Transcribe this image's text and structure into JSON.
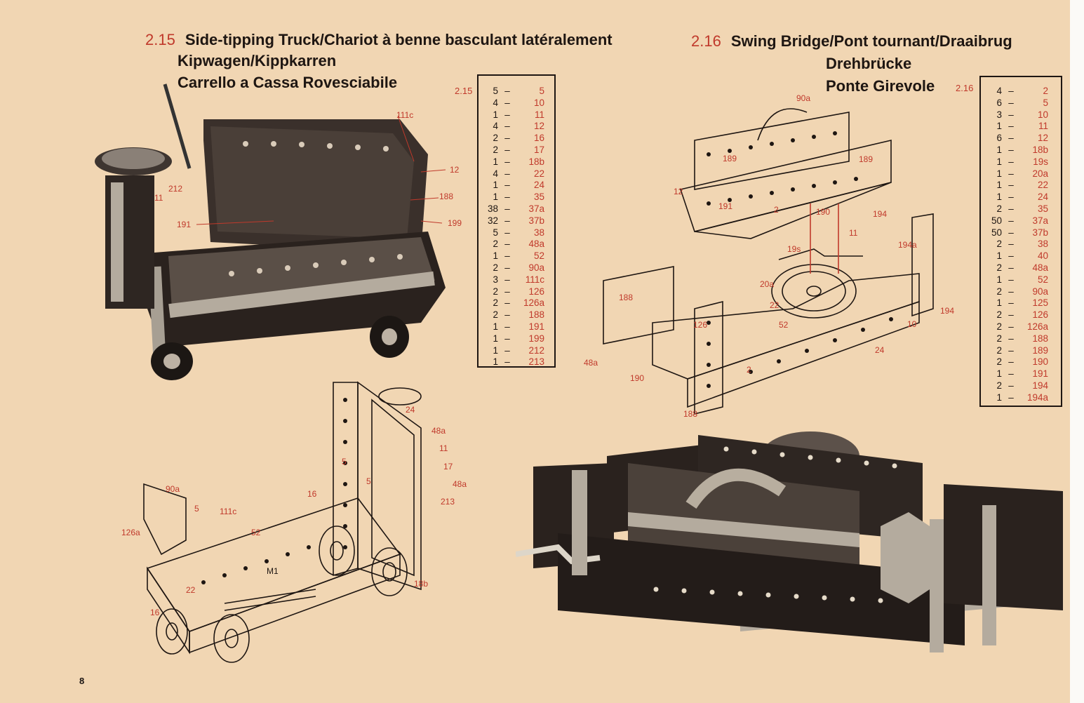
{
  "left": {
    "number": "2.15",
    "title_line1": "Side-tipping Truck/Chariot à benne basculant latéralement",
    "title_line2": "Kipwagen/Kippkarren",
    "title_line3": "Carrello a Cassa Rovesciabile",
    "box_label": "2.15",
    "parts": [
      {
        "q": "5",
        "p": "5"
      },
      {
        "q": "4",
        "p": "10"
      },
      {
        "q": "1",
        "p": "11"
      },
      {
        "q": "4",
        "p": "12"
      },
      {
        "q": "2",
        "p": "16"
      },
      {
        "q": "2",
        "p": "17"
      },
      {
        "q": "1",
        "p": "18b"
      },
      {
        "q": "4",
        "p": "22"
      },
      {
        "q": "1",
        "p": "24"
      },
      {
        "q": "1",
        "p": "35"
      },
      {
        "q": "38",
        "p": "37a"
      },
      {
        "q": "32",
        "p": "37b"
      },
      {
        "q": "5",
        "p": "38"
      },
      {
        "q": "2",
        "p": "48a"
      },
      {
        "q": "1",
        "p": "52"
      },
      {
        "q": "2",
        "p": "90a"
      },
      {
        "q": "3",
        "p": "111c"
      },
      {
        "q": "2",
        "p": "126"
      },
      {
        "q": "2",
        "p": "126a"
      },
      {
        "q": "2",
        "p": "188"
      },
      {
        "q": "1",
        "p": "191"
      },
      {
        "q": "1",
        "p": "199"
      },
      {
        "q": "1",
        "p": "212"
      },
      {
        "q": "1",
        "p": "213"
      }
    ],
    "photo_callouts": [
      "111c",
      "12",
      "188",
      "199",
      "191",
      "212",
      "11"
    ],
    "drawing_callouts": [
      "24",
      "48a",
      "11",
      "17",
      "48a",
      "213",
      "5",
      "5",
      "16",
      "90a",
      "5",
      "111c",
      "126a",
      "52",
      "M1",
      "22",
      "16",
      "18b"
    ]
  },
  "right": {
    "number": "2.16",
    "title_line1": "Swing Bridge/Pont tournant/Draaibrug",
    "title_line2": "Drehbrücke",
    "title_line3": "Ponte Girevole",
    "box_label": "2.16",
    "parts": [
      {
        "q": "4",
        "p": "2"
      },
      {
        "q": "6",
        "p": "5"
      },
      {
        "q": "3",
        "p": "10"
      },
      {
        "q": "1",
        "p": "11"
      },
      {
        "q": "6",
        "p": "12"
      },
      {
        "q": "1",
        "p": "18b"
      },
      {
        "q": "1",
        "p": "19s"
      },
      {
        "q": "1",
        "p": "20a"
      },
      {
        "q": "1",
        "p": "22"
      },
      {
        "q": "1",
        "p": "24"
      },
      {
        "q": "2",
        "p": "35"
      },
      {
        "q": "50",
        "p": "37a"
      },
      {
        "q": "50",
        "p": "37b"
      },
      {
        "q": "2",
        "p": "38"
      },
      {
        "q": "1",
        "p": "40"
      },
      {
        "q": "2",
        "p": "48a"
      },
      {
        "q": "1",
        "p": "52"
      },
      {
        "q": "2",
        "p": "90a"
      },
      {
        "q": "1",
        "p": "125"
      },
      {
        "q": "2",
        "p": "126"
      },
      {
        "q": "2",
        "p": "126a"
      },
      {
        "q": "2",
        "p": "188"
      },
      {
        "q": "2",
        "p": "189"
      },
      {
        "q": "2",
        "p": "190"
      },
      {
        "q": "1",
        "p": "191"
      },
      {
        "q": "2",
        "p": "194"
      },
      {
        "q": "1",
        "p": "194a"
      }
    ],
    "drawing_callouts": [
      "90a",
      "189",
      "189",
      "12",
      "191",
      "2",
      "190",
      "194",
      "11",
      "194a",
      "19s",
      "20a",
      "188",
      "22",
      "52",
      "126",
      "24",
      "10",
      "194",
      "48a",
      "190",
      "2",
      "188"
    ]
  },
  "page_number": "8",
  "colors": {
    "paper": "#f1d6b3",
    "ink": "#1e1612",
    "accent": "#c0392b"
  }
}
